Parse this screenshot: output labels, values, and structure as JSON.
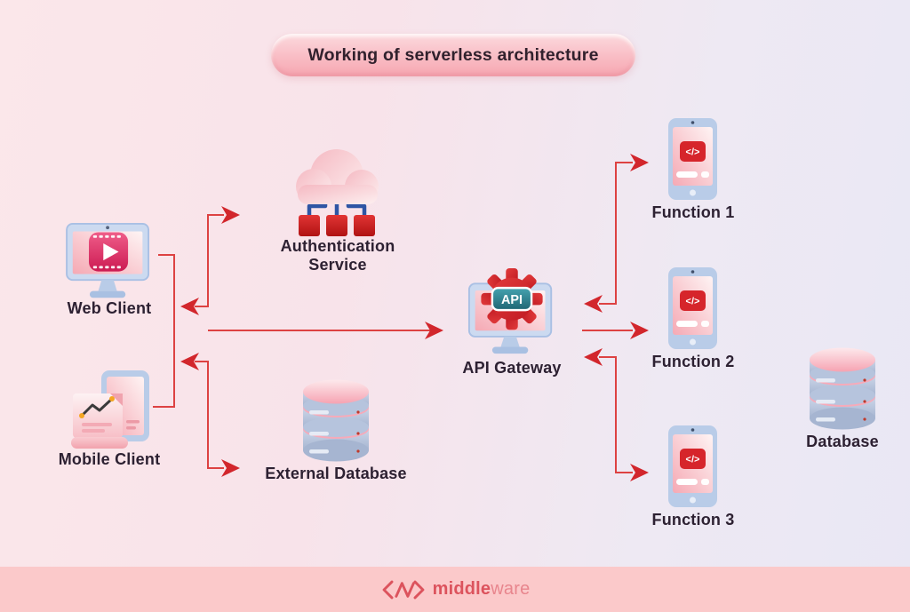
{
  "title": "Working of serverless architecture",
  "nodes": {
    "web_client": {
      "label": "Web Client",
      "icon": "monitor-video-icon"
    },
    "mobile_client": {
      "label": "Mobile Client",
      "icon": "tablet-document-chart-icon"
    },
    "auth_service": {
      "label": "Authentication Service",
      "icon": "cloud-network-icon"
    },
    "external_database": {
      "label": "External Database",
      "icon": "database-icon"
    },
    "api_gateway": {
      "label": "API Gateway",
      "icon": "monitor-gear-icon",
      "badge": "API"
    },
    "function_1": {
      "label": "Function 1",
      "icon": "phone-code-icon"
    },
    "function_2": {
      "label": "Function 2",
      "icon": "phone-code-icon"
    },
    "function_3": {
      "label": "Function 3",
      "icon": "phone-code-icon"
    },
    "database": {
      "label": "Database",
      "icon": "database-icon"
    }
  },
  "icons": {
    "code_glyph": "</>"
  },
  "connections": [
    {
      "from": "web_client",
      "to": "auth_service",
      "direction": "bidirectional"
    },
    {
      "from": "clients",
      "to": "api_gateway",
      "direction": "forward"
    },
    {
      "from": "mobile_client",
      "to": "external_database",
      "direction": "bidirectional"
    },
    {
      "from": "api_gateway",
      "to": "function_1",
      "direction": "bidirectional"
    },
    {
      "from": "api_gateway",
      "to": "function_2",
      "direction": "forward"
    },
    {
      "from": "api_gateway",
      "to": "function_3",
      "direction": "bidirectional"
    }
  ],
  "footer": {
    "brand_bold": "middle",
    "brand_light": "ware"
  },
  "colors": {
    "arrow": "#d2262c",
    "arrow_line": "#dd4242",
    "title_text": "#31212d",
    "label_text": "#2d2132",
    "footer_bg": "#fbc9ca",
    "brand_red": "#dc535d",
    "bg_left": "#fbe7ea",
    "bg_right": "#e9e7f4",
    "icon_blue": "#b9cce8",
    "accent_red": "#d6252b",
    "badge_teal": "#2f7f90",
    "screen_pink": "#f6adb6"
  }
}
